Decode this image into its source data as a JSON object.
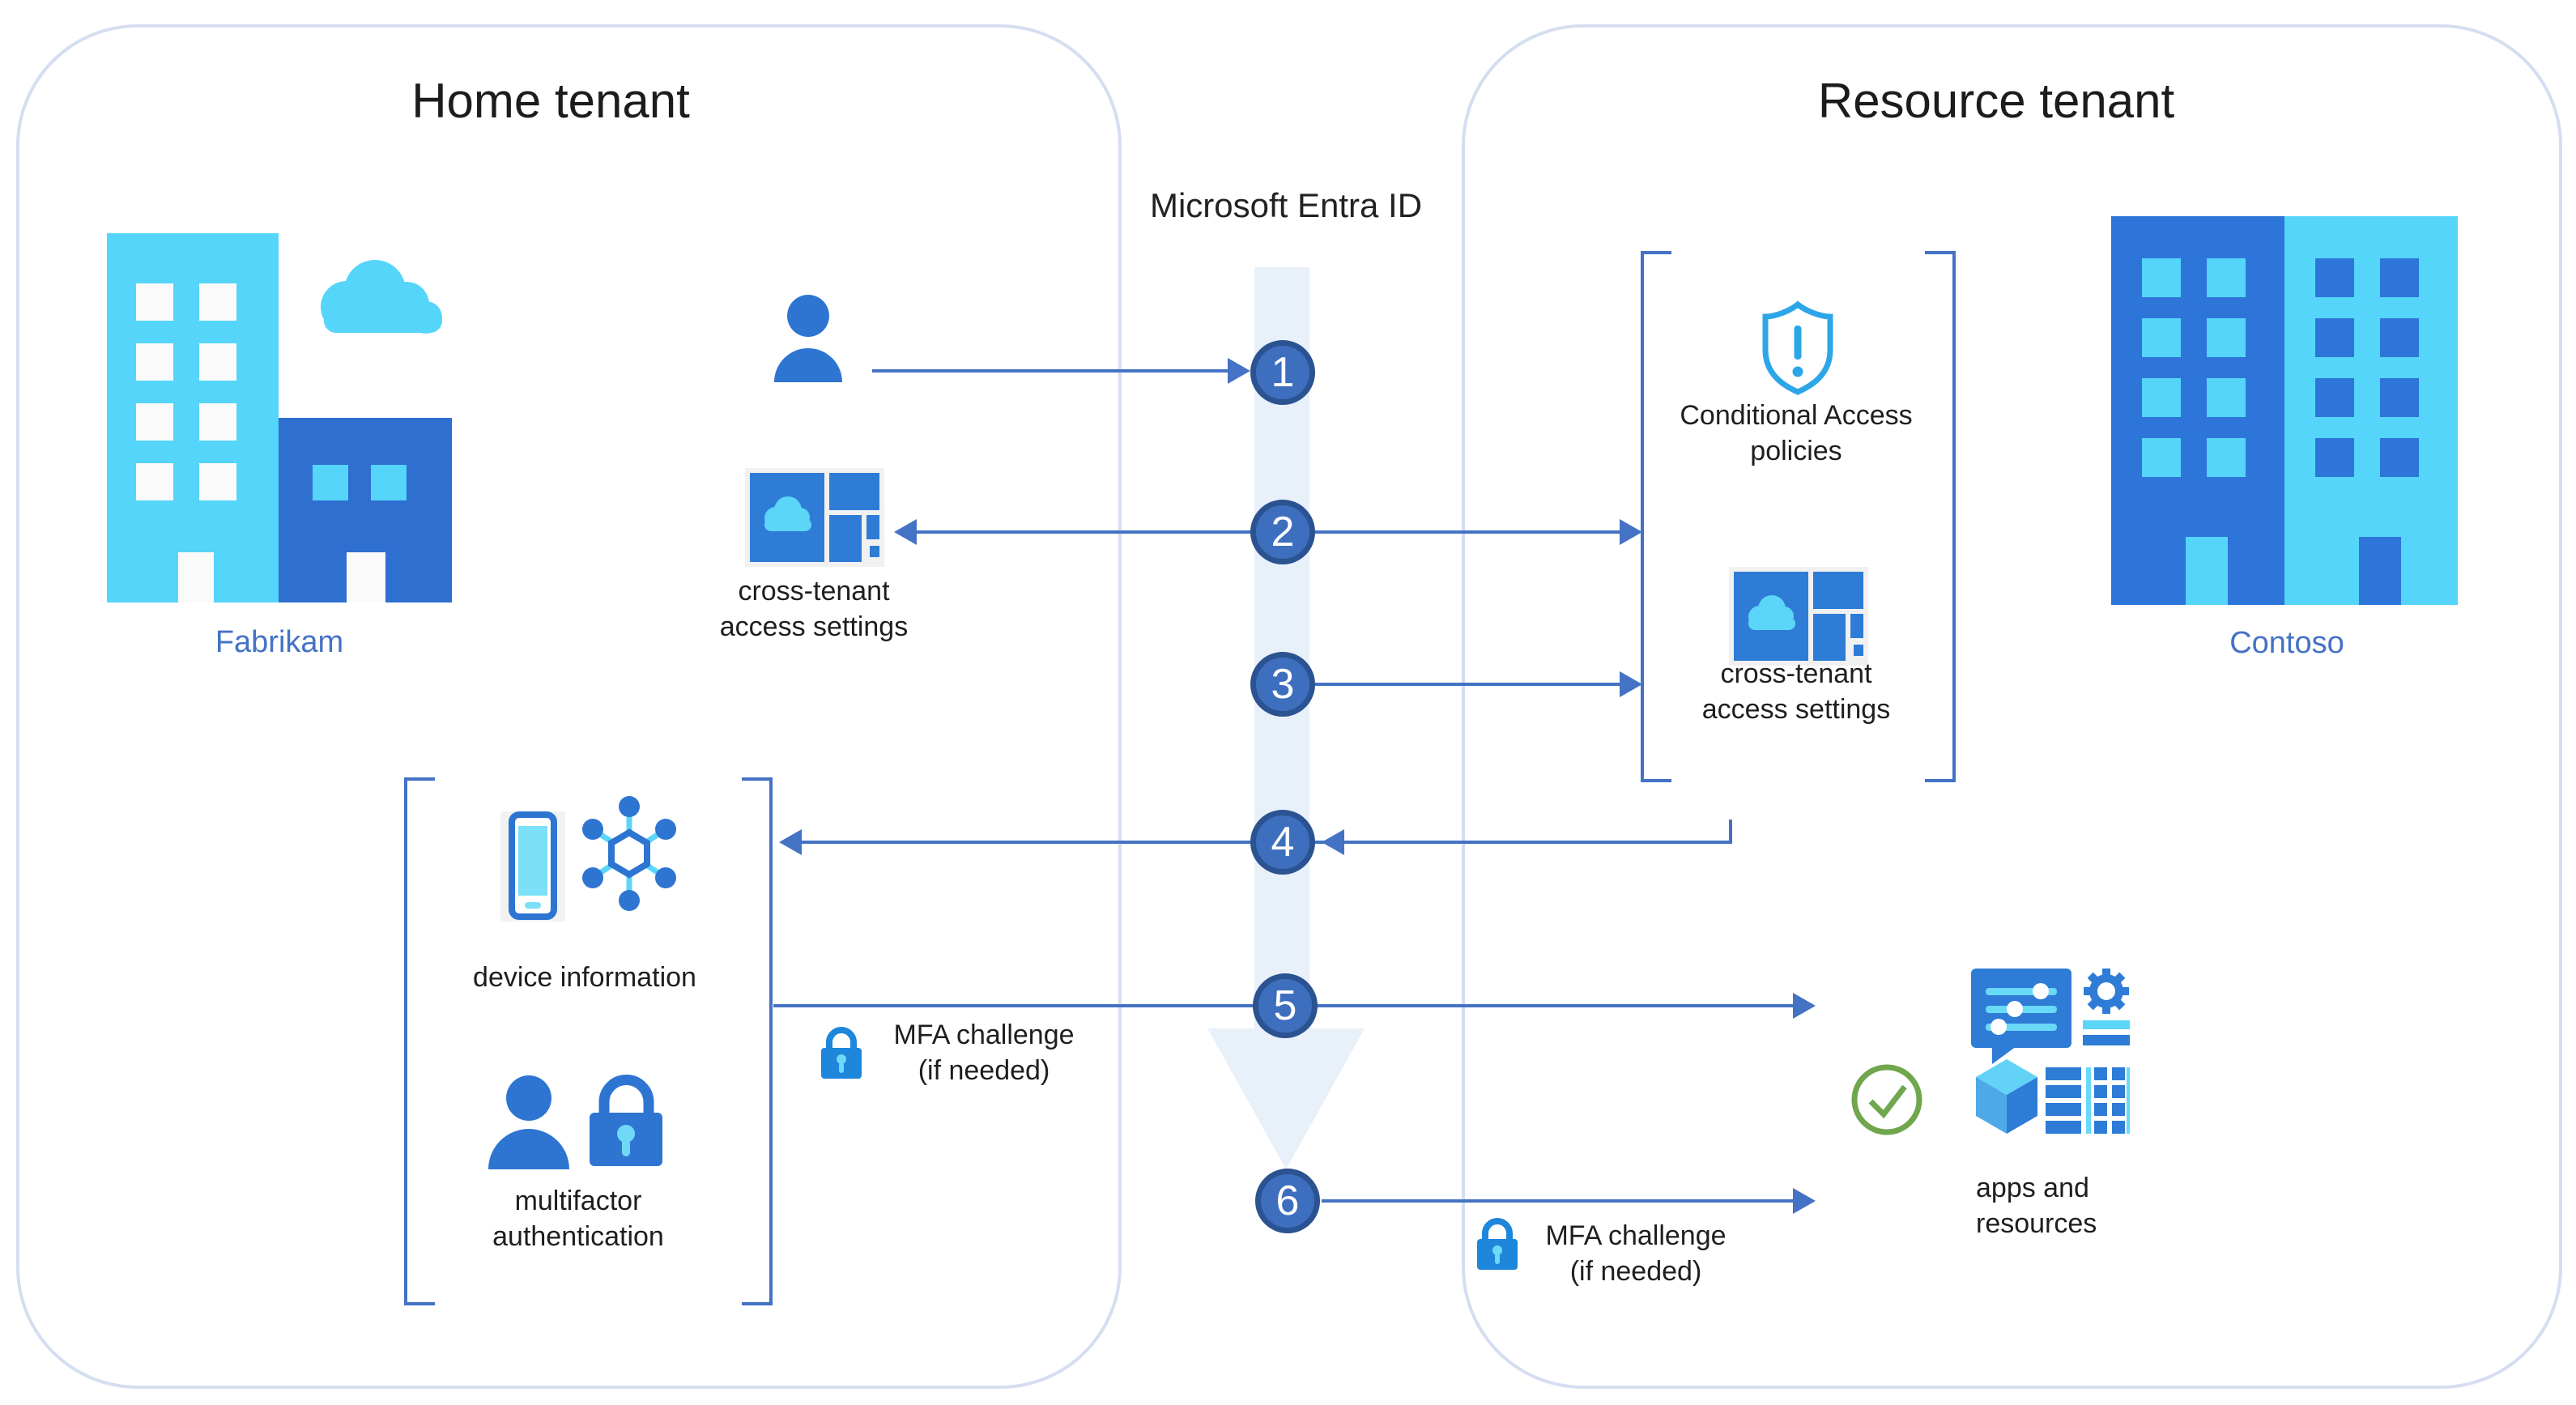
{
  "home": {
    "title": "Home tenant",
    "org_label": "Fabrikam",
    "cross_tenant": {
      "line1": "cross-tenant",
      "line2": "access settings"
    },
    "device_info_label": "device information",
    "mfa": {
      "line1": "multifactor",
      "line2": "authentication"
    },
    "mfa_challenge": {
      "line1": "MFA challenge",
      "line2": "(if needed)"
    }
  },
  "center": {
    "title": "Microsoft Entra ID",
    "steps": [
      "1",
      "2",
      "3",
      "4",
      "5",
      "6"
    ]
  },
  "resource": {
    "title": "Resource tenant",
    "org_label": "Contoso",
    "conditional_access": {
      "line1": "Conditional Access",
      "line2": "policies"
    },
    "cross_tenant": {
      "line1": "cross-tenant",
      "line2": "access settings"
    },
    "mfa_challenge": {
      "line1": "MFA challenge",
      "line2": "(if needed)"
    },
    "apps": {
      "line1": "apps and",
      "line2": "resources"
    }
  },
  "colors": {
    "accent_blue": "#4472C4",
    "step_circle_fill": "#3E6FBE",
    "step_circle_border": "#2B5291",
    "icon_blue": "#2E7CD6",
    "icon_cyan": "#5BD6F8",
    "flow_band_fill": "#E8F0FA",
    "tenant_box_border": "#D5DEF1",
    "check_green": "#70A64D",
    "org_text_blue": "#4472C4",
    "shield_blue": "#2DA6E8"
  }
}
